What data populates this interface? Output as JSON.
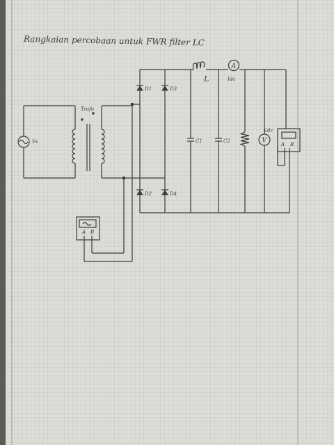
{
  "title": "Rangkaian percobaan untuk FWR filter LC",
  "labels": {
    "source": "Vs",
    "transformer": "Trafo",
    "d1": "D1",
    "d2": "D2",
    "d3": "D3",
    "d4": "D4",
    "inductor": "L",
    "ammeter_symbol": "A",
    "ammeter_label": "Idc",
    "c1": "C1",
    "c2": "C2",
    "voltmeter_symbol": "V",
    "voltmeter_label": "Vdc",
    "osc_right_a": "A",
    "osc_right_b": "B",
    "osc_left_a": "A",
    "osc_left_b": "B"
  }
}
